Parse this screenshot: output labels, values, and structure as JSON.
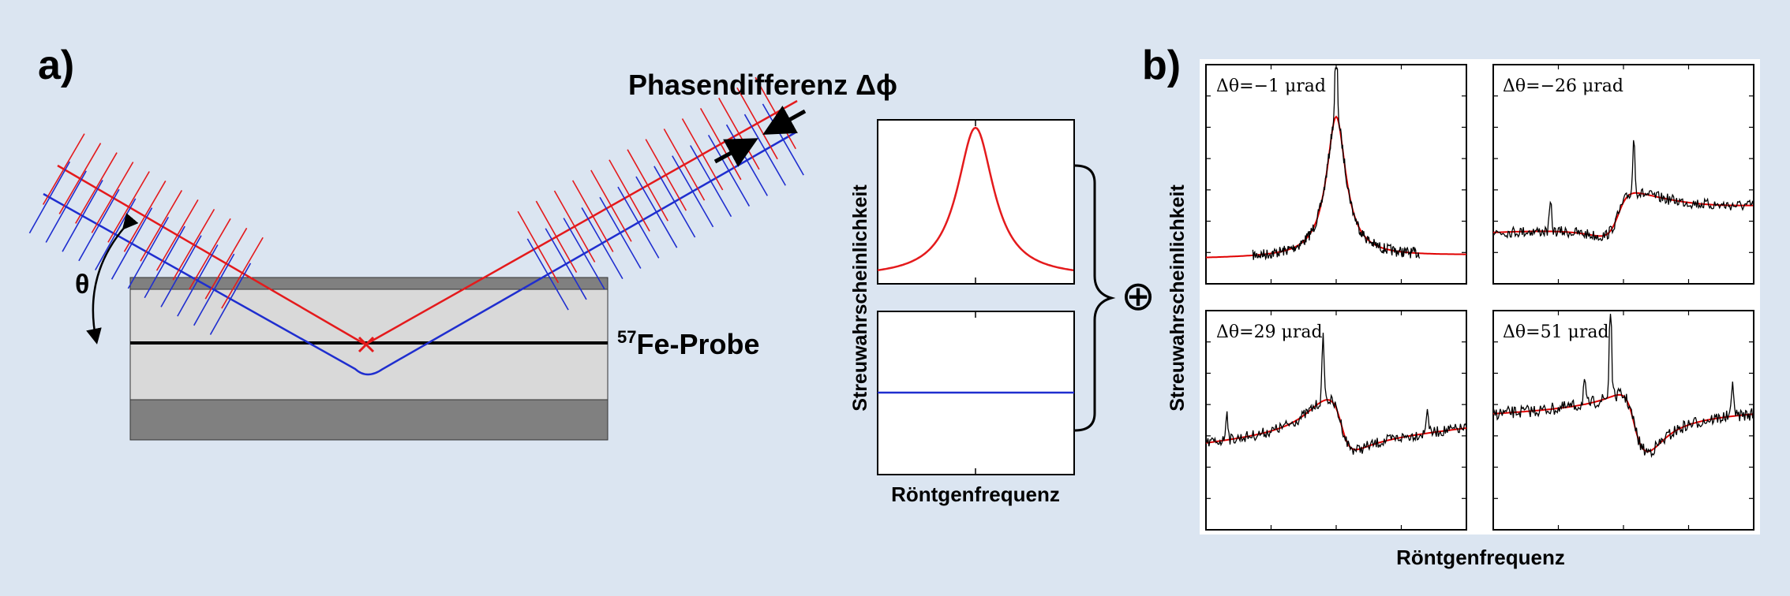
{
  "panel_a": {
    "label": "a)",
    "phase_label": "Phasendifferenz Δϕ",
    "theta_label": "θ",
    "probe_mass": "57",
    "probe_label": "Fe-Probe",
    "mini_ylabel": "Streuwahrscheinlichkeit",
    "mini_xlabel": "Röntgenfrequenz",
    "oplus": "⊕"
  },
  "panel_b": {
    "label": "b)",
    "ylabel": "Streuwahrscheinlichkeit",
    "xlabel": "Röntgenfrequenz",
    "plots": [
      {
        "annotation": "Δθ=−1 μrad"
      },
      {
        "annotation": "Δθ=−26 μrad"
      },
      {
        "annotation": "Δθ=29 μrad"
      },
      {
        "annotation": "Δθ=51 μrad"
      }
    ]
  },
  "colors": {
    "background": "#dbe5f1",
    "red_beam": "#e41a1c",
    "blue_beam": "#1f2ecf",
    "fit_line": "#e00000",
    "data_line": "#000000",
    "layer_dark": "#808080",
    "layer_light": "#d9d9d9"
  },
  "chart_data": [
    {
      "type": "line",
      "title": "",
      "xlabel": "Röntgenfrequenz",
      "ylabel": "Streuwahrscheinlichkeit",
      "series": [
        {
          "values": "Lorentzian peak (red)"
        }
      ]
    },
    {
      "type": "line",
      "title": "",
      "xlabel": "Röntgenfrequenz",
      "ylabel": "Streuwahrscheinlichkeit",
      "series": [
        {
          "values": "constant flat level (blue)"
        }
      ]
    }
  ]
}
